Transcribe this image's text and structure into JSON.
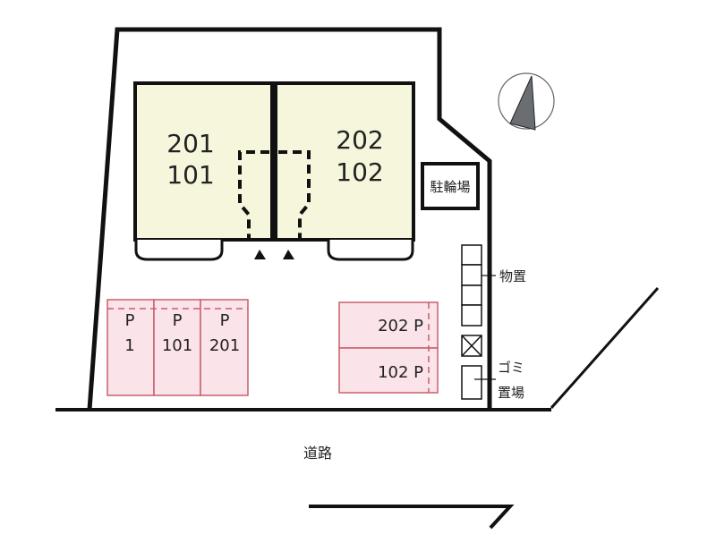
{
  "units": {
    "left_upper": "201",
    "left_lower": "101",
    "right_upper": "202",
    "right_lower": "102"
  },
  "bike_parking": "駐輪場",
  "storage": "物置",
  "garbage_line1": "ゴミ",
  "garbage_line2": "置場",
  "road": "道路",
  "parking_left": [
    {
      "p": "P",
      "num": "1"
    },
    {
      "p": "P",
      "num": "101"
    },
    {
      "p": "P",
      "num": "201"
    }
  ],
  "parking_right": [
    "202 P",
    "102 P"
  ],
  "colors": {
    "building": "#f6f6dc",
    "parking_fill": "#fbe3ea",
    "parking_stroke": "#c8606a"
  }
}
